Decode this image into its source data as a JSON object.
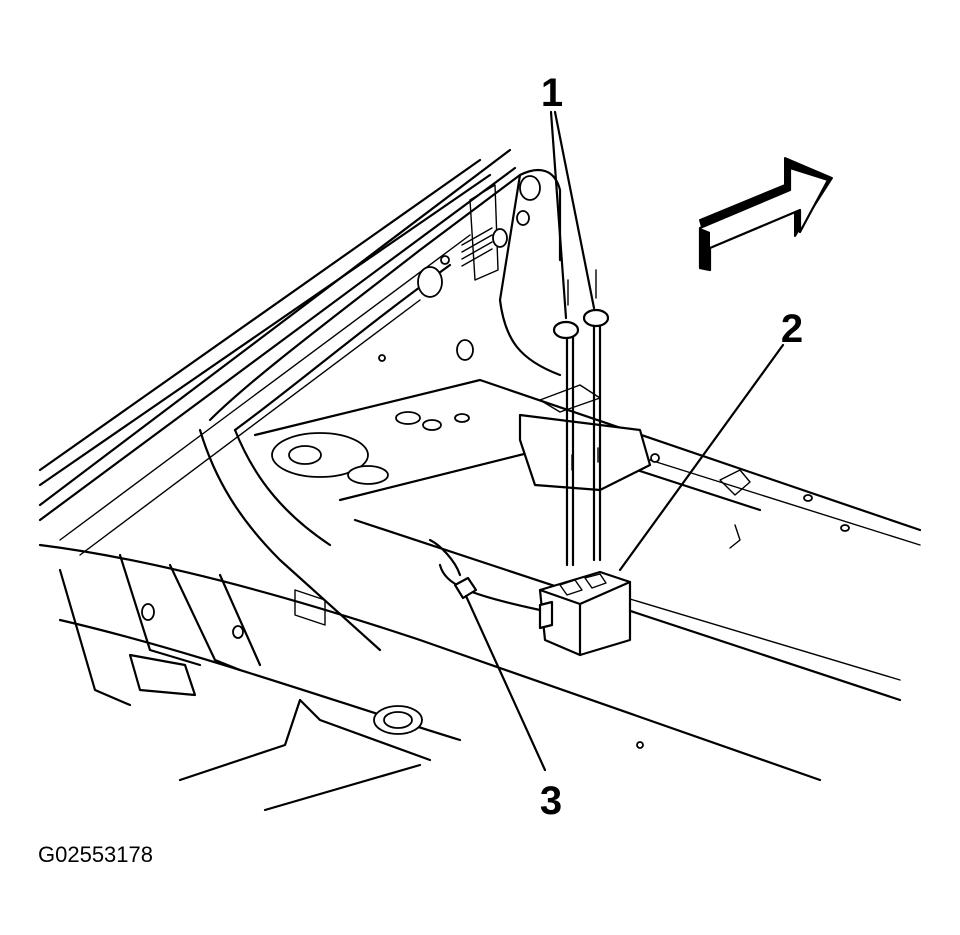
{
  "diagram": {
    "callouts": [
      {
        "id": "1",
        "label": "1"
      },
      {
        "id": "2",
        "label": "2"
      },
      {
        "id": "3",
        "label": "3"
      }
    ],
    "figure_id": "G02553178",
    "colors": {
      "line": "#000000",
      "background": "#ffffff"
    },
    "icons": [
      "front-direction-arrow-icon"
    ]
  }
}
